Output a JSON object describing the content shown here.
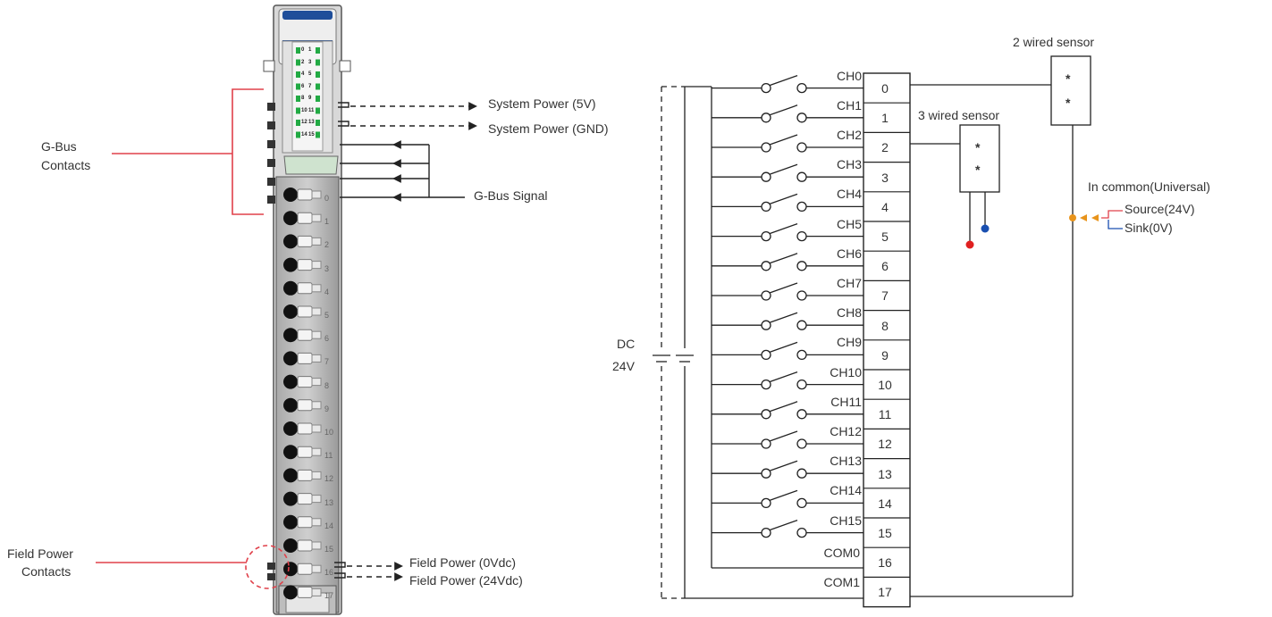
{
  "module": {
    "led_labels": [
      "0",
      "1",
      "2",
      "3",
      "4",
      "5",
      "6",
      "7",
      "8",
      "9",
      "10",
      "11",
      "12",
      "13",
      "14",
      "15"
    ],
    "pin_numbers": [
      "0",
      "1",
      "2",
      "3",
      "4",
      "5",
      "6",
      "7",
      "8",
      "9",
      "10",
      "11",
      "12",
      "13",
      "14",
      "15",
      "16",
      "17"
    ]
  },
  "left_labels": {
    "gbus_contacts_line1": "G-Bus",
    "gbus_contacts_line2": "Contacts",
    "system_power_5v": "System Power (5V)",
    "system_power_gnd": "System Power (GND)",
    "gbus_signal": "G-Bus Signal",
    "field_power_contacts_line1": "Field Power",
    "field_power_contacts_line2": "Contacts",
    "field_power_0v": "Field Power (0Vdc)",
    "field_power_24v": "Field Power (24Vdc)"
  },
  "wiring": {
    "channels": [
      "CH0",
      "CH1",
      "CH2",
      "CH3",
      "CH4",
      "CH5",
      "CH6",
      "CH7",
      "CH8",
      "CH9",
      "CH10",
      "CH11",
      "CH12",
      "CH13",
      "CH14",
      "CH15",
      "COM0",
      "COM1"
    ],
    "terminals": [
      "0",
      "1",
      "2",
      "3",
      "4",
      "5",
      "6",
      "7",
      "8",
      "9",
      "10",
      "11",
      "12",
      "13",
      "14",
      "15",
      "16",
      "17"
    ],
    "dc_label_line1": "DC",
    "dc_label_line2": "24V",
    "two_wired_sensor": "2 wired sensor",
    "three_wired_sensor": "3 wired sensor",
    "in_common": "In common(Universal)",
    "source": "Source(24V)",
    "sink": "Sink(0V)",
    "sensor_mark": "*"
  },
  "colors": {
    "red_line": "#e0404a",
    "led_green": "#22aa44",
    "module_blue": "#1f4e9a",
    "orange": "#e8941c",
    "dot_red": "#e02020",
    "dot_blue": "#1a4fb0"
  }
}
